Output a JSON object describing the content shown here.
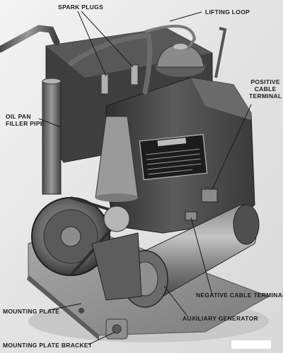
{
  "figure": {
    "labels": {
      "spark_plugs": "SPARK PLUGS",
      "lifting_loop": "LIFTING LOOP",
      "positive_cable_terminal": [
        "POSITIVE",
        "CABLE",
        "TERMINAL"
      ],
      "oil_pan_filler_pipe": [
        "OIL PAN",
        "FILLER PIPE"
      ],
      "negative_cable_terminal": "NEGATIVE CABLE TERMINAL",
      "auxiliary_generator": "AUXILIARY GENERATOR",
      "mounting_plate": "MOUNTING PLATE",
      "mounting_plate_bracket": "MOUNTING PLATE BRACKET"
    },
    "colors": {
      "background": "#ededed",
      "metal_dark": "#3a3a3a",
      "metal_mid": "#6f6f6f",
      "metal_light": "#b9b9b9",
      "label_text": "#1a1a1a"
    }
  }
}
